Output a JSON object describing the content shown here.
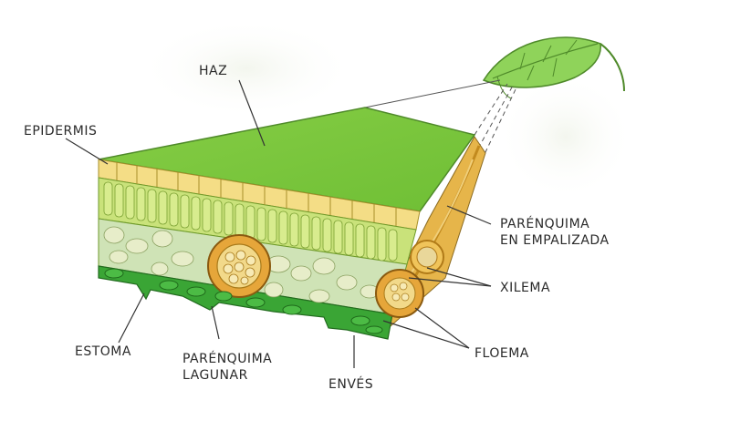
{
  "labels": {
    "haz": "HAZ",
    "epidermis": "EPIDERMIS",
    "parenquima_empalizada_1": "PARÉNQUIMA",
    "parenquima_empalizada_2": "EN EMPALIZADA",
    "xilema": "XILEMA",
    "floema": "FLOEMA",
    "estoma": "ESTOMA",
    "parenquima_lagunar_1": "PARÉNQUIMA",
    "parenquima_lagunar_2": "LAGUNAR",
    "enves": "ENVÉS"
  },
  "colors": {
    "upper_surface": "#7cc63c",
    "upper_epidermis": "#f4dd86",
    "palisade": "#c9e27a",
    "spongy": "#cfe3b6",
    "lower_epidermis": "#3aa535",
    "vascular_ring": "#e6a63a",
    "leaf": "#8fd35a"
  }
}
